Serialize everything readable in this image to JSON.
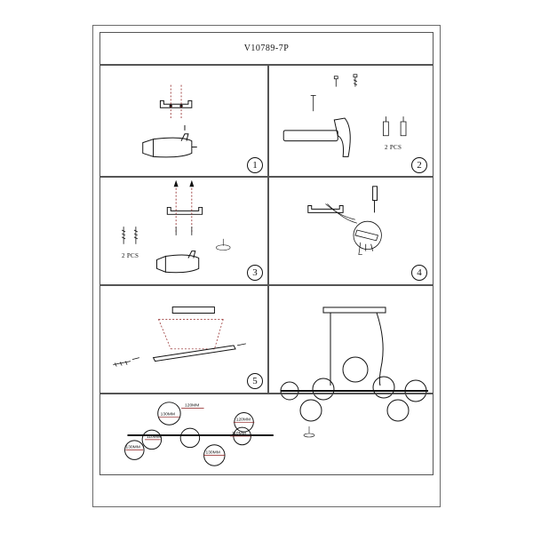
{
  "model_code": "V10789-7P",
  "steps": [
    {
      "number": "1"
    },
    {
      "number": "2",
      "qty_label": "2 PCS"
    },
    {
      "number": "3",
      "qty_label": "2 PCS"
    },
    {
      "number": "4"
    },
    {
      "number": "5"
    }
  ],
  "dimensions": [
    "130MM",
    "120MM",
    "110MM",
    "120MM",
    "110MM",
    "130MM",
    "130MM"
  ],
  "colors": {
    "line": "#111111",
    "border": "#555555",
    "accent": "#8b1a1a"
  }
}
